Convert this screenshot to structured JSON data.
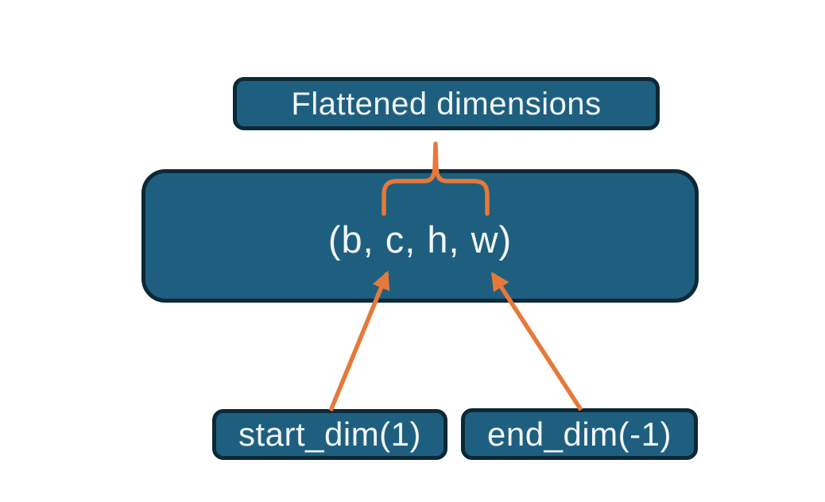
{
  "diagram": {
    "nodes": {
      "flattened": {
        "label": "Flattened dimensions"
      },
      "tensor": {
        "label": "(b, c, h, w)"
      },
      "start_dim": {
        "label": "start_dim(1)"
      },
      "end_dim": {
        "label": "end_dim(-1)"
      }
    },
    "annotations": {
      "brace_icon": "overbrace-up",
      "arrow_icon": "arrow-up"
    },
    "colors": {
      "node_fill": "#1e5f80",
      "node_border": "#0d2836",
      "label_text": "#f2f6f7",
      "accent_orange": "#e6793a",
      "background": "#ffffff"
    }
  }
}
